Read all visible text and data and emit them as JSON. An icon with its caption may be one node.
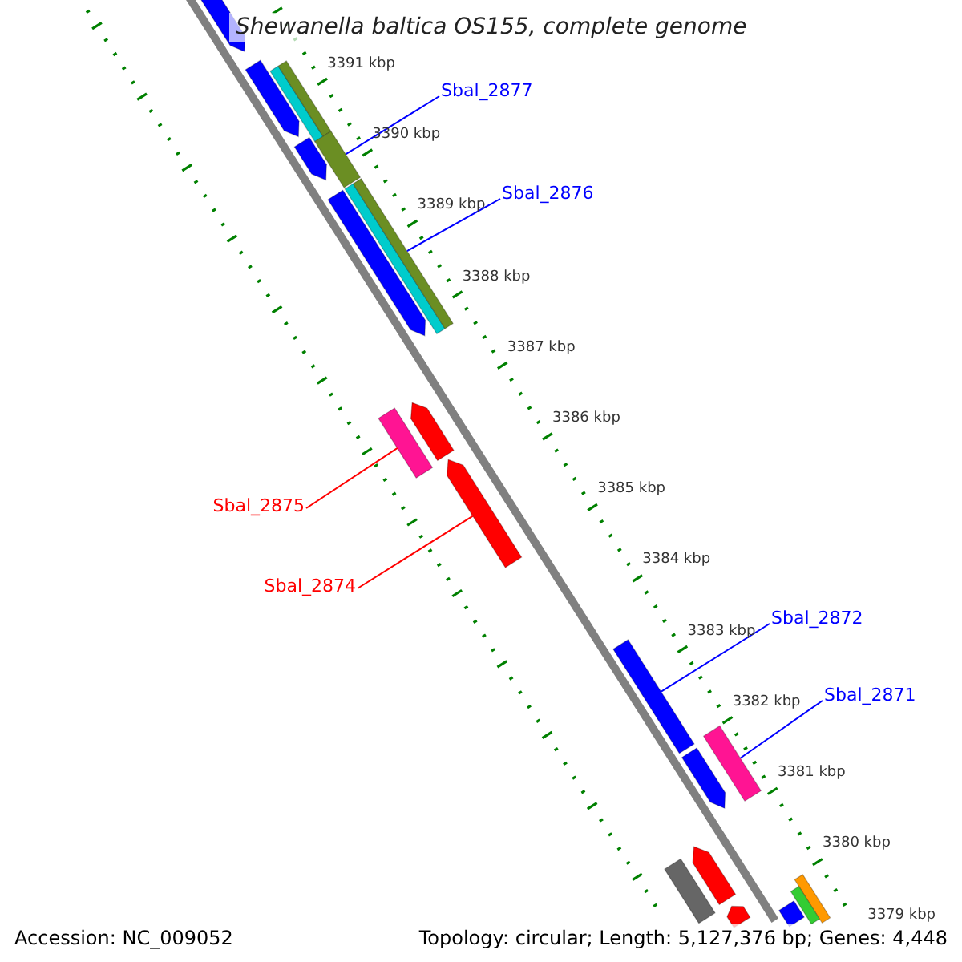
{
  "diagram": {
    "title": "Shewanella baltica OS155, complete genome",
    "nodes": [
      {
        "text": [
          "Sbal_2877"
        ]
      },
      {
        "text": [
          "Sbal_2876"
        ]
      },
      {
        "text": [
          "Sbal_2875"
        ]
      },
      {
        "text": [
          "Sbal_2874"
        ]
      },
      {
        "text": [
          "Sbal_2872"
        ]
      },
      {
        "text": [
          "Sbal_2871"
        ]
      },
      {
        "text": [],
        "shape": "bar"
      },
      {
        "text": [],
        "shape": "bar"
      },
      {
        "text": [],
        "shape": "bar"
      },
      {
        "text": [],
        "shape": "bar"
      },
      {
        "text": [],
        "shape": "bar"
      },
      {
        "text": [],
        "shape": "bar"
      },
      {
        "text": [],
        "shape": "bar"
      },
      {
        "text": [],
        "shape": "bar"
      },
      {
        "text": [],
        "shape": "bar"
      },
      {
        "text": [],
        "shape": "bar"
      },
      {
        "text": [],
        "shape": "bar"
      },
      {
        "text": [],
        "shape": "bar"
      },
      {
        "text": [],
        "shape": "bar"
      },
      {
        "text": [],
        "shape": "bar"
      },
      {
        "text": [],
        "shape": "bar"
      },
      {
        "text": [],
        "shape": "bar"
      },
      {
        "text": [],
        "shape": "bar"
      },
      {
        "text": [],
        "shape": "bar"
      },
      {
        "text": [],
        "shape": "bar"
      },
      {
        "text": [],
        "shape": "bar"
      },
      {
        "text": [],
        "shape": "bar"
      }
    ],
    "edges": [
      {
        "from": 0,
        "to": 11,
        "arrow": "none"
      },
      {
        "from": 1,
        "to": 14,
        "arrow": "none"
      },
      {
        "from": 2,
        "to": 15,
        "arrow": "none",
        "color": "#ff0000"
      },
      {
        "from": 3,
        "to": 17,
        "arrow": "none",
        "color": "#ff0000"
      },
      {
        "from": 4,
        "to": 18,
        "arrow": "none"
      },
      {
        "from": 5,
        "to": 19,
        "arrow": "none"
      }
    ],
    "labels": [
      "3391 kbp",
      "3390 kbp",
      "3389 kbp",
      "3388 kbp",
      "3387 kbp",
      "3386 kbp",
      "3385 kbp",
      "3384 kbp",
      "3383 kbp",
      "3382 kbp",
      "3381 kbp",
      "3380 kbp",
      "3379 kbp",
      "Accession: NC_009052",
      "Topology: circular; Length: 5,127,376 bp; Genes: 4,448"
    ]
  }
}
